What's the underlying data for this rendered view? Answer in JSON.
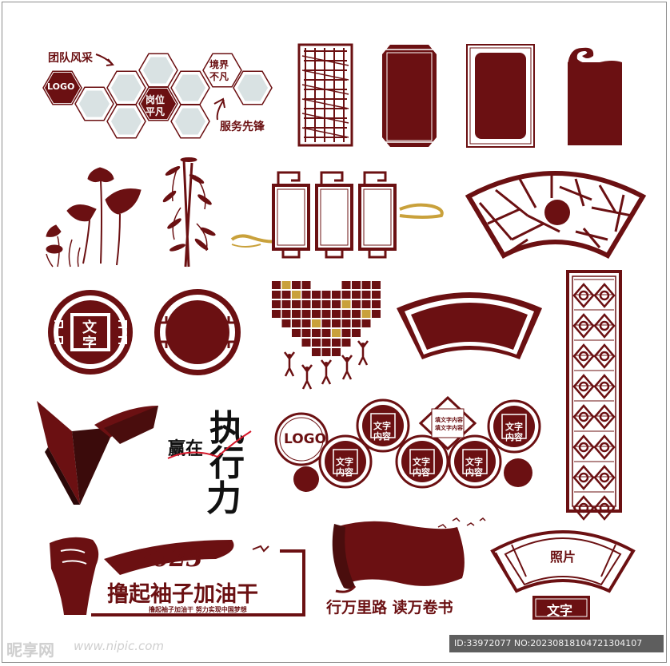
{
  "colors": {
    "maroon": "#6b1012",
    "gold": "#c9a13b",
    "hexfill": "#d9e2e3",
    "wm": "#cfcfcf"
  },
  "team": {
    "title": "团队风采",
    "logo": "LOGO",
    "center": "岗位\n平凡",
    "right": "境界\n不凡",
    "bottom": "服务先锋"
  },
  "round_badge": {
    "text1": "文",
    "text2": "字"
  },
  "exec": {
    "big1": "执",
    "big2": "行",
    "big3": "力",
    "small": "赢在"
  },
  "circles": {
    "logo": "LOGO",
    "item": "文字\n内容",
    "diamond": "填文字内容\n填文字内容"
  },
  "slogan": {
    "year": "2023",
    "main": "撸起袖子加油干",
    "sub": "撸起袖子加油干  努力实现中国梦想"
  },
  "scroll": {
    "text": "行万里路  读万卷书"
  },
  "fan": {
    "photo": "照片",
    "plaque": "文字"
  },
  "watermark": {
    "site": "昵享网",
    "url": "www.nipic.com",
    "id": "ID:33972077 NO:20230818104721304107"
  }
}
